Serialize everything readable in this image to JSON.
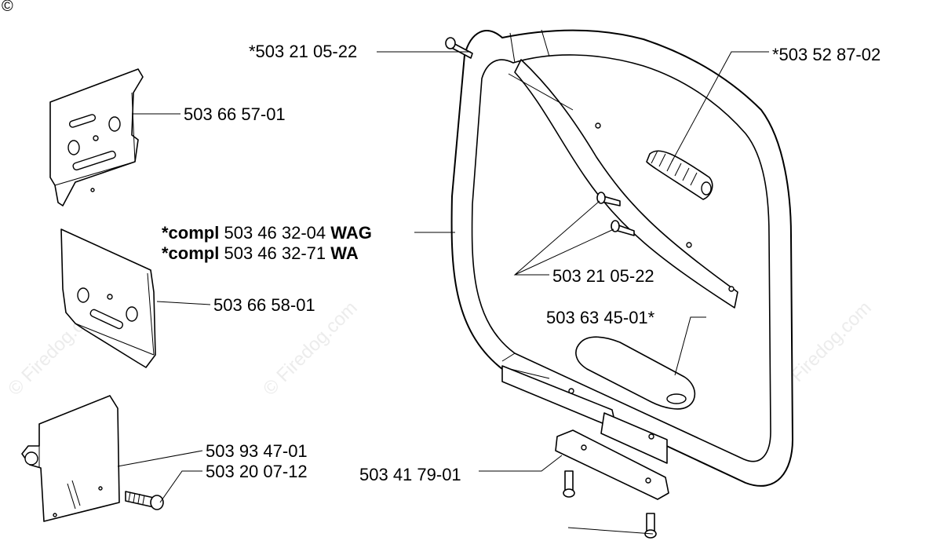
{
  "copyright_mark": "©",
  "watermark": "© Firedog.com",
  "parts": {
    "bolt_top": "*503 21 05-22",
    "antivibration_spring": "*503 52 87-02",
    "guide_plate_1": "503 66 57-01",
    "handle_wag_prefix": "*compl",
    "handle_wag_number": "503 46 32-04",
    "handle_wag_suffix": "WAG",
    "handle_wa_prefix": "*compl",
    "handle_wa_number": "503 46 32-71",
    "handle_wa_suffix": "WA",
    "bolts_middle": "503 21 05-22",
    "guide_plate_2": "503 66 58-01",
    "grip_cover": "503 63 45-01*",
    "guard_plate": "503 93 47-01",
    "guard_screw": "503 20 07-12",
    "clamp_plate": "503 41 79-01"
  }
}
